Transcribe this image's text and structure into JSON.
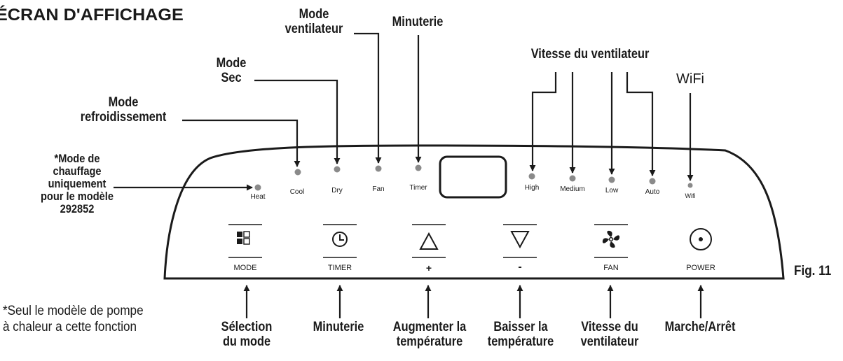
{
  "title": "ÉCRAN D'AFFICHAGE",
  "figure_label": "Fig. 11",
  "top_callouts": {
    "mode_ventilateur": [
      "Mode",
      "ventilateur"
    ],
    "minuterie": "Minuterie",
    "mode_sec": [
      "Mode",
      "Sec"
    ],
    "mode_refroidissement": [
      "Mode",
      "refroidissement"
    ],
    "mode_chauffage": [
      "*Mode de",
      "chauffage",
      "uniquement",
      "pour le modèle",
      "292852"
    ],
    "vitesse_ventilateur": "Vitesse du ventilateur",
    "wifi": "WiFi"
  },
  "indicators": {
    "heat": "Heat",
    "cool": "Cool",
    "dry": "Dry",
    "fan": "Fan",
    "timer": "Timer",
    "high": "High",
    "medium": "Medium",
    "low": "Low",
    "auto": "Auto",
    "wifi": "Wifi"
  },
  "buttons": {
    "mode": "MODE",
    "timer": "TIMER",
    "plus": "+",
    "minus": "-",
    "fan": "FAN",
    "power": "POWER"
  },
  "bottom_callouts": {
    "selection_mode": [
      "Sélection",
      "du mode"
    ],
    "minuterie": "Minuterie",
    "augmenter": [
      "Augmenter la",
      "température"
    ],
    "baisser": [
      "Baisser la",
      "température"
    ],
    "vitesse": [
      "Vitesse du",
      "ventilateur"
    ],
    "marche": "Marche/Arrêt"
  },
  "footnote": [
    "*Seul le modèle de pompe",
    "à chaleur a cette fonction"
  ]
}
